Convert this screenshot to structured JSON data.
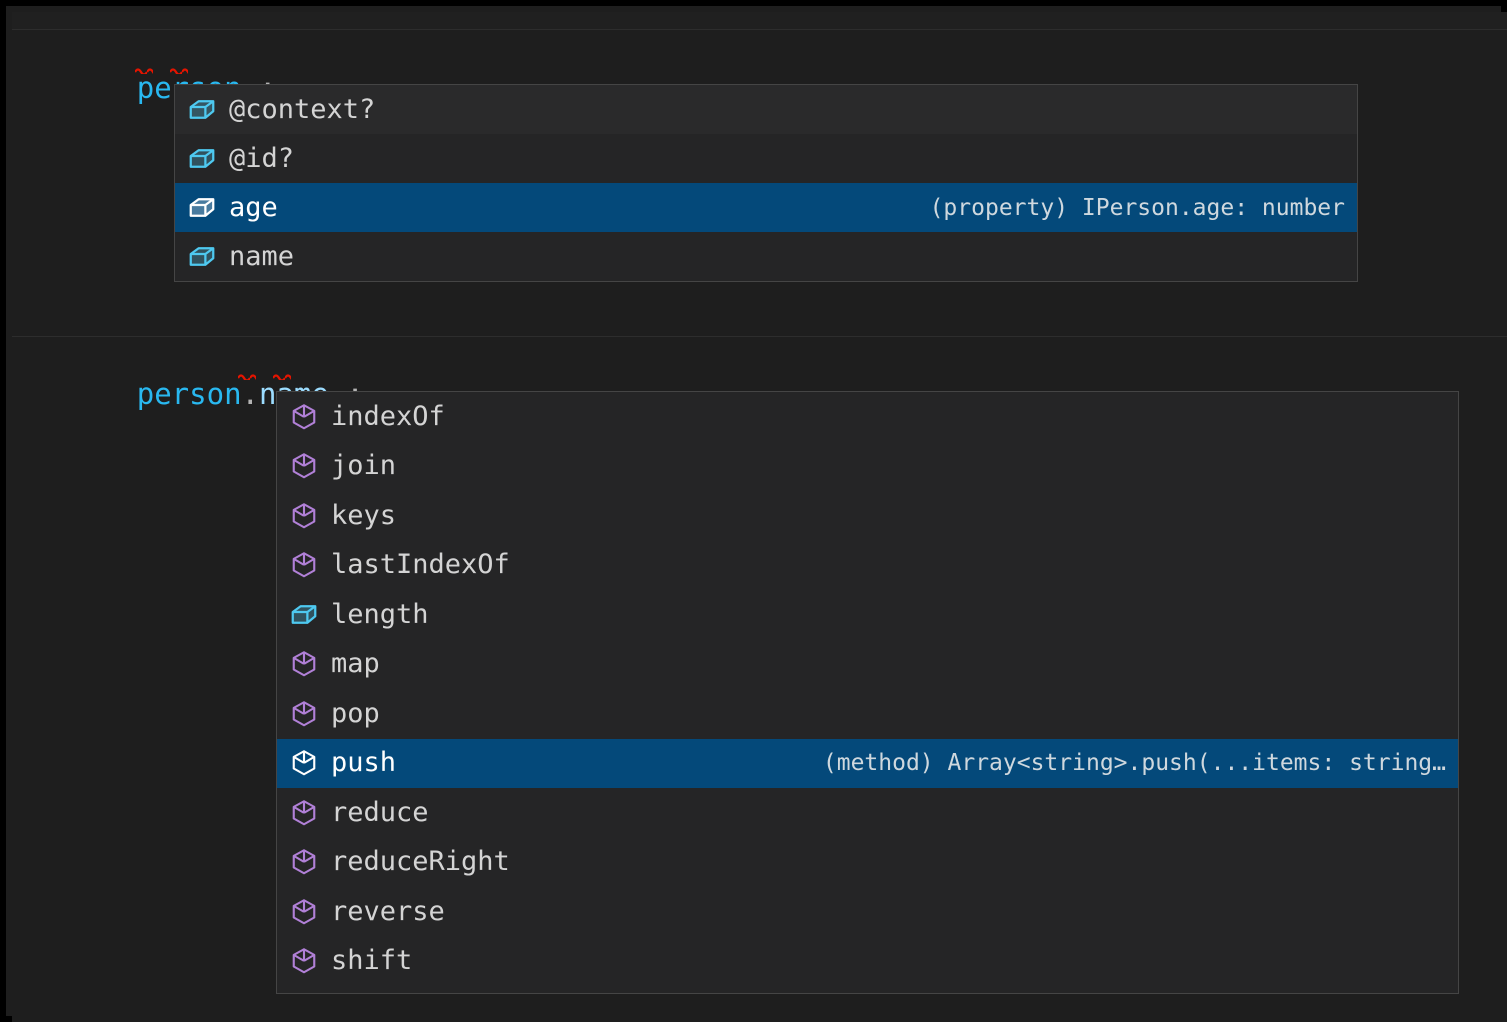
{
  "editor": {
    "theme_background": "#1e1e1e",
    "selection_color": "#04497a",
    "border_color": "#454545",
    "widget_background": "#252526",
    "method_icon_color": "#b180d7",
    "property_icon_color": "#4ec9f0",
    "lines": [
      {
        "segments": [
          {
            "text": "person",
            "kind": "variable"
          },
          {
            "text": ".",
            "kind": "punctuation"
          },
          {
            "text": ";",
            "kind": "punctuation"
          }
        ],
        "plain": "person.;"
      },
      {
        "segments": [
          {
            "text": "person",
            "kind": "variable"
          },
          {
            "text": ".",
            "kind": "punctuation"
          },
          {
            "text": "name",
            "kind": "property"
          },
          {
            "text": ".",
            "kind": "punctuation"
          },
          {
            "text": ";",
            "kind": "punctuation"
          }
        ],
        "plain": "person.name.;"
      }
    ]
  },
  "suggest_widgets": [
    {
      "name": "person-members",
      "selected_index": 2,
      "items": [
        {
          "label": "@context?",
          "icon": "property-cube-icon",
          "icon_kind": "property",
          "detail": ""
        },
        {
          "label": "@id?",
          "icon": "property-cube-icon",
          "icon_kind": "property",
          "detail": ""
        },
        {
          "label": "age",
          "icon": "property-cube-icon",
          "icon_kind": "property",
          "detail": "(property) IPerson.age: number"
        },
        {
          "label": "name",
          "icon": "property-cube-icon",
          "icon_kind": "property",
          "detail": ""
        }
      ]
    },
    {
      "name": "person-name-members",
      "selected_index": 7,
      "items": [
        {
          "label": "indexOf",
          "icon": "method-cube-icon",
          "icon_kind": "method",
          "detail": ""
        },
        {
          "label": "join",
          "icon": "method-cube-icon",
          "icon_kind": "method",
          "detail": ""
        },
        {
          "label": "keys",
          "icon": "method-cube-icon",
          "icon_kind": "method",
          "detail": ""
        },
        {
          "label": "lastIndexOf",
          "icon": "method-cube-icon",
          "icon_kind": "method",
          "detail": ""
        },
        {
          "label": "length",
          "icon": "property-cube-icon",
          "icon_kind": "property",
          "detail": ""
        },
        {
          "label": "map",
          "icon": "method-cube-icon",
          "icon_kind": "method",
          "detail": ""
        },
        {
          "label": "pop",
          "icon": "method-cube-icon",
          "icon_kind": "method",
          "detail": ""
        },
        {
          "label": "push",
          "icon": "method-cube-icon",
          "icon_kind": "method",
          "detail": "(method) Array<string>.push(...items: string…"
        },
        {
          "label": "reduce",
          "icon": "method-cube-icon",
          "icon_kind": "method",
          "detail": ""
        },
        {
          "label": "reduceRight",
          "icon": "method-cube-icon",
          "icon_kind": "method",
          "detail": ""
        },
        {
          "label": "reverse",
          "icon": "method-cube-icon",
          "icon_kind": "method",
          "detail": ""
        },
        {
          "label": "shift",
          "icon": "method-cube-icon",
          "icon_kind": "method",
          "detail": ""
        }
      ]
    }
  ]
}
